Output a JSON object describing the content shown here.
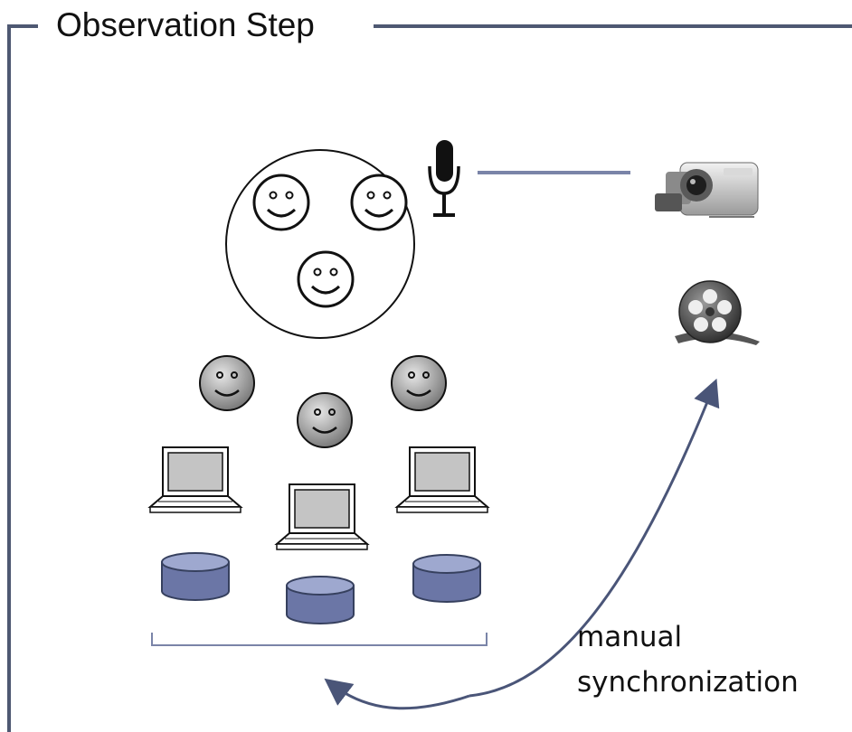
{
  "frame": {
    "title": "Observation Step"
  },
  "annotations": {
    "sync_label_line1": "manual",
    "sync_label_line2": "synchronization"
  },
  "colors": {
    "frame_line": "#4e5872",
    "connector": "#7a84a8",
    "arrow": "#4a5578",
    "database": "#6b76a6",
    "database_dark": "#36405e",
    "face_gray": "#a7a7a7",
    "screen": "#c4c4c4"
  },
  "icons": [
    "happy-face-icon",
    "microphone-icon",
    "video-camera-icon",
    "film-reel-icon",
    "laptop-icon",
    "database-icon"
  ]
}
